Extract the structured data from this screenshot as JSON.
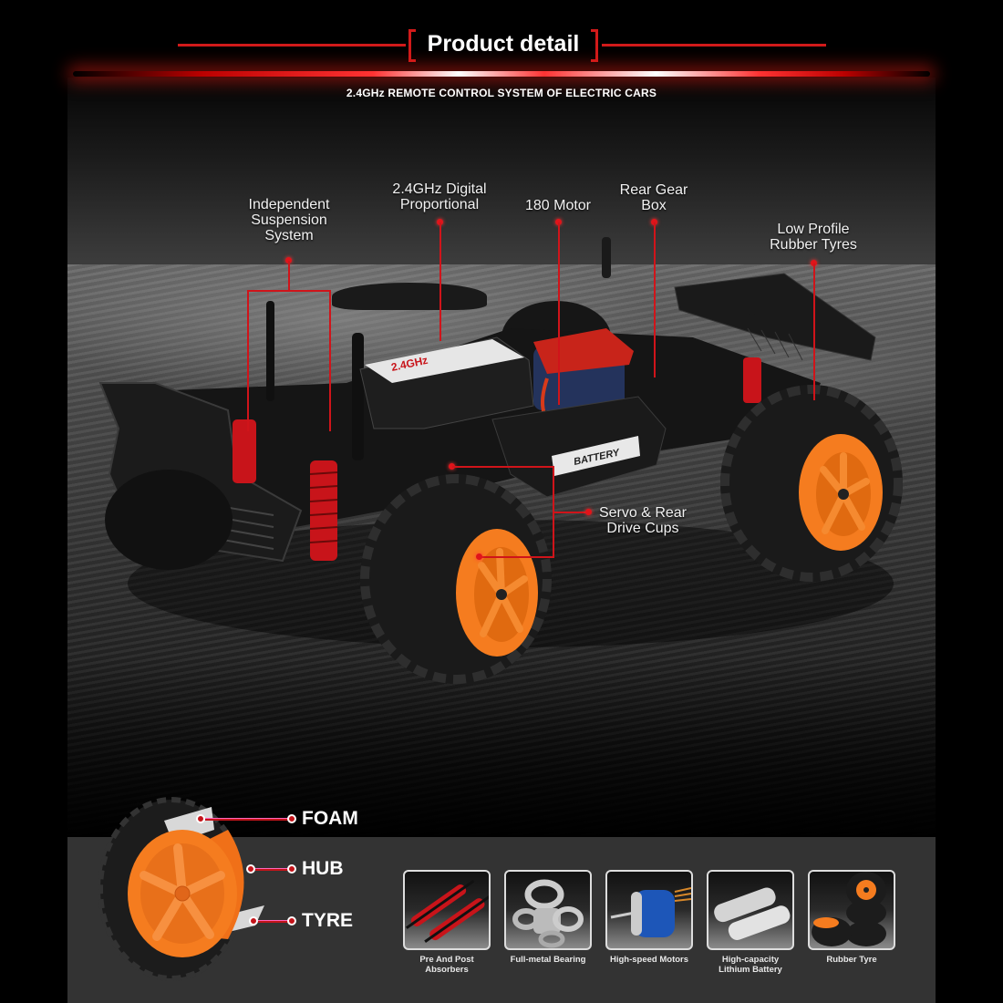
{
  "header": {
    "title": "Product detail",
    "subtitle": "2.4GHz REMOTE CONTROL SYSTEM OF ELECTRIC CARS",
    "accent_color": "#d11a1a"
  },
  "callouts": {
    "suspension": "Independent Suspension System",
    "suspension_lines": [
      "Independent",
      "Suspension",
      "System"
    ],
    "digital": [
      "2.4GHz Digital",
      "Proportional"
    ],
    "motor": [
      "180 Motor"
    ],
    "gearbox": [
      "Rear Gear",
      "Box"
    ],
    "tyres": [
      "Low Profile",
      "Rubber Tyres"
    ],
    "servo": [
      "Servo & Rear",
      "Drive Cups"
    ]
  },
  "car_labels": {
    "receiver": "2.4GHz",
    "battery": "BATTERY"
  },
  "wheel_parts": [
    {
      "label": "FOAM"
    },
    {
      "label": "HUB"
    },
    {
      "label": "TYRE"
    }
  ],
  "features": [
    {
      "label_lines": [
        "Pre And Post",
        "Absorbers"
      ],
      "icon": "shock-absorber-icon"
    },
    {
      "label_lines": [
        "Full-metal Bearing"
      ],
      "icon": "bearing-icon"
    },
    {
      "label_lines": [
        "High-speed Motors"
      ],
      "icon": "motor-icon"
    },
    {
      "label_lines": [
        "High-capacity",
        "Lithium Battery"
      ],
      "icon": "battery-icon"
    },
    {
      "label_lines": [
        "Rubber Tyre"
      ],
      "icon": "tyre-icon"
    }
  ],
  "colors": {
    "rim_orange": "#f57c1f",
    "spring_red": "#c8141a",
    "bottom_panel": "#333333"
  }
}
